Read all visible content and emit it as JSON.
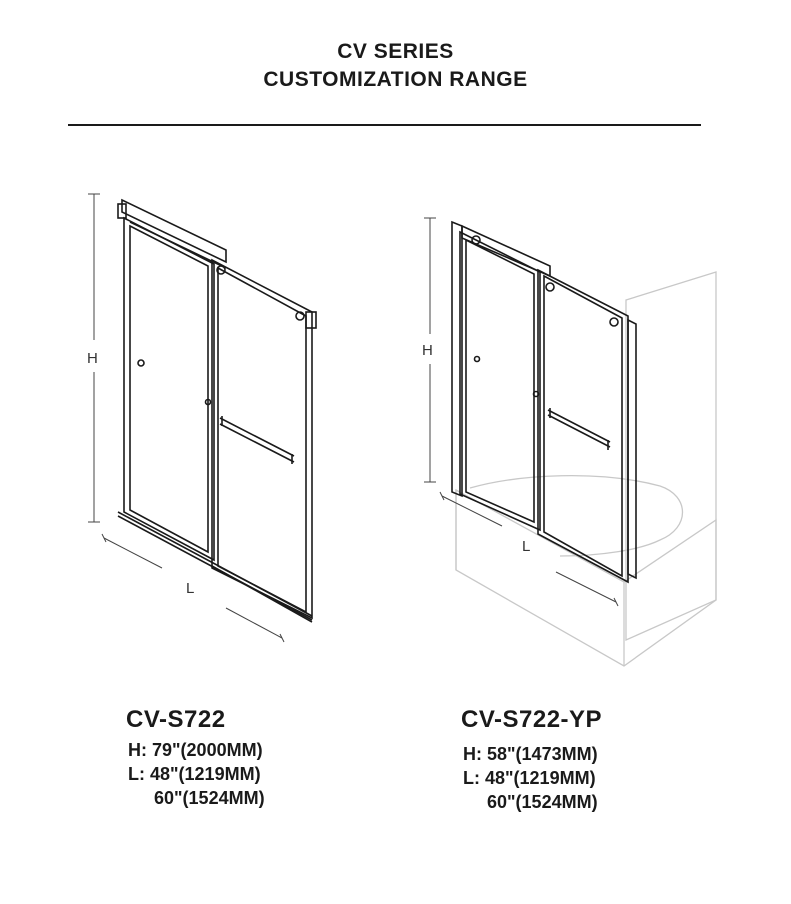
{
  "header": {
    "title_line1": "CV SERIES",
    "title_line2": "CUSTOMIZATION RANGE"
  },
  "products": [
    {
      "model": "CV-S722",
      "height_label": "H",
      "length_label": "L",
      "spec_h": "H: 79\"(2000MM)",
      "spec_l1": "L: 48\"(1219MM)",
      "spec_l2": "60\"(1524MM)"
    },
    {
      "model": "CV-S722-YP",
      "height_label": "H",
      "length_label": "L",
      "spec_h": "H: 58\"(1473MM)",
      "spec_l1": "L: 48\"(1219MM)",
      "spec_l2": "60\"(1524MM)"
    }
  ],
  "colors": {
    "line": "#1a1a1a",
    "tub": "#c8c8c8",
    "dim": "#444444"
  }
}
